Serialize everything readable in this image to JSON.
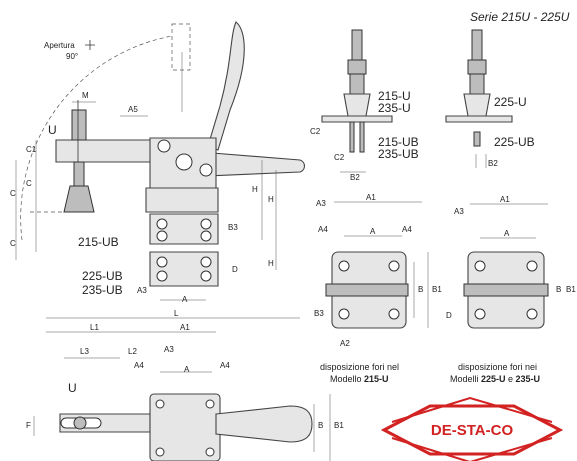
{
  "header": {
    "series_title": "Serie 215U - 225U"
  },
  "top_left": {
    "apertura_label": "Apertura",
    "apertura_angle": "90°",
    "part_u": "U",
    "dim_m": "M",
    "dim_a5": "A5",
    "dim_c1": "C1",
    "dim_c_a": "C",
    "dim_c_b": "C",
    "dim_c_c": "C",
    "dim_h_a": "H",
    "dim_h_b": "H",
    "dim_h_c": "H",
    "dim_b3": "B3",
    "dim_d": "D",
    "dim_a3": "A3",
    "dim_a": "A",
    "model_215ub": "215-UB",
    "model_225ub": "225-UB",
    "model_235ub": "235-UB"
  },
  "top_mid": {
    "model_215u": "215-U",
    "model_235u": "235-U",
    "model_215ub": "215-UB",
    "model_235ub": "235-UB",
    "dim_c2_a": "C2",
    "dim_c2_b": "C2",
    "dim_b2": "B2"
  },
  "top_right": {
    "model_225u": "225-U",
    "model_225ub": "225-UB",
    "dim_b2": "B2"
  },
  "mid_mid": {
    "dim_a3": "A3",
    "dim_a1": "A1",
    "dim_a4_l": "A4",
    "dim_a": "A",
    "dim_a4_r": "A4",
    "dim_b": "B",
    "dim_b1": "B1",
    "dim_b3": "B3",
    "dim_d": "D",
    "dim_a2": "A2",
    "caption_l1": "disposizione fori nel",
    "caption_l2_prefix": "Modello ",
    "caption_l2_model": "215-U"
  },
  "mid_right": {
    "dim_a3": "A3",
    "dim_a1": "A1",
    "dim_a": "A",
    "dim_b": "B",
    "dim_b1": "B1",
    "caption_l1": "disposizione fori nei",
    "caption_l2_prefix": "Modelli ",
    "caption_l2_m1": "225-U",
    "caption_l2_mid": " e ",
    "caption_l2_m2": "235-U"
  },
  "bottom": {
    "dim_l": "L",
    "dim_l1": "L1",
    "dim_a1": "A1",
    "dim_l3": "L3",
    "dim_l2": "L2",
    "dim_a3": "A3",
    "dim_a4_l": "A4",
    "dim_a": "A",
    "dim_a4_r": "A4",
    "part_u": "U",
    "dim_f": "F",
    "dim_b": "B",
    "dim_b1": "B1"
  },
  "logo": {
    "text": "DE-STA-CO",
    "color": "#d22222"
  }
}
